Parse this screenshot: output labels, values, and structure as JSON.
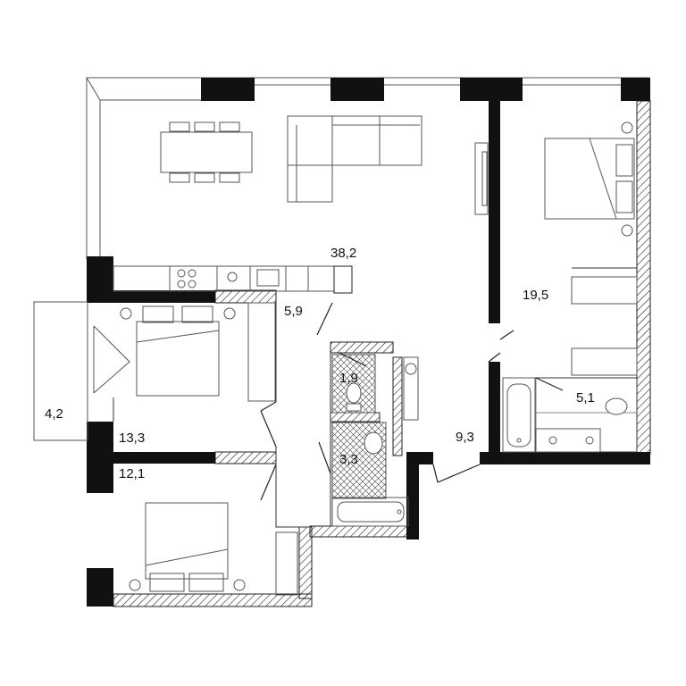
{
  "rooms": [
    {
      "id": "living-kitchen",
      "area": "38,2"
    },
    {
      "id": "bedroom-main",
      "area": "19,5"
    },
    {
      "id": "balcony",
      "area": "4,2"
    },
    {
      "id": "bedroom-left",
      "area": "13,3"
    },
    {
      "id": "bedroom-bottom",
      "area": "12,1"
    },
    {
      "id": "corridor-upper",
      "area": "5,9"
    },
    {
      "id": "toilet",
      "area": "1,9"
    },
    {
      "id": "bathroom-small",
      "area": "3,3"
    },
    {
      "id": "hall",
      "area": "9,3"
    },
    {
      "id": "bathroom-master",
      "area": "5,1"
    }
  ],
  "colors": {
    "wall": "#111111",
    "line": "#333333",
    "fill": "#ffffff"
  }
}
